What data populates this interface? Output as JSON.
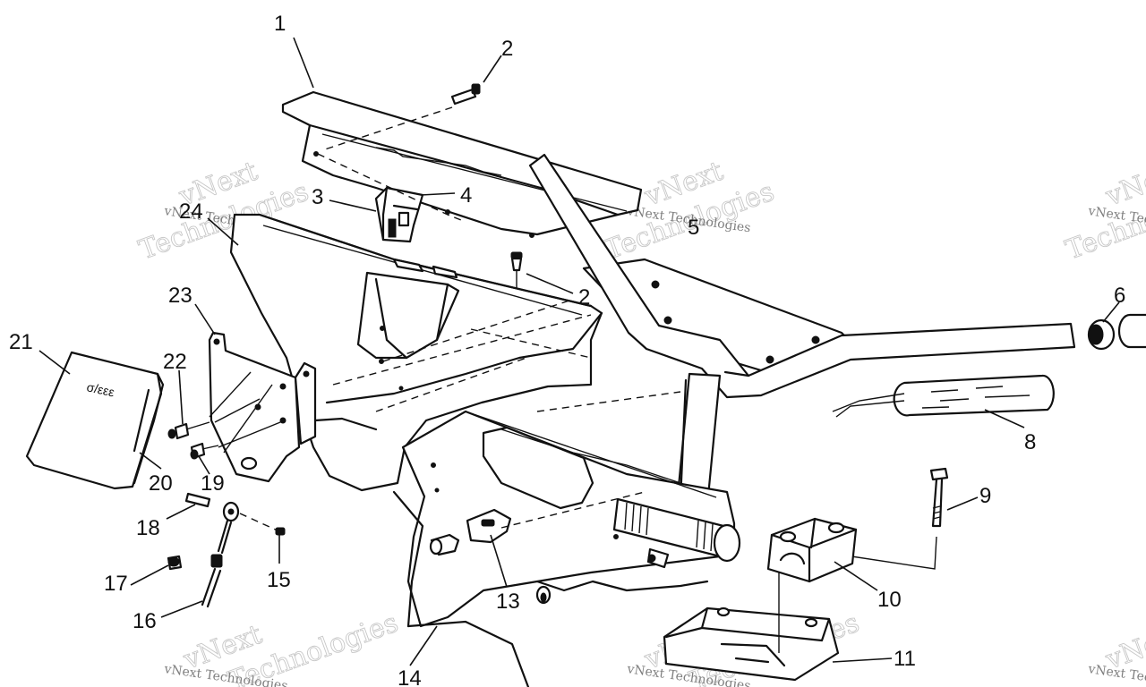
{
  "diagram": {
    "callouts": [
      "1",
      "2",
      "2",
      "3",
      "4",
      "5",
      "6",
      "8",
      "9",
      "10",
      "11",
      "13",
      "14",
      "15",
      "16",
      "17",
      "18",
      "19",
      "20",
      "21",
      "22",
      "23",
      "24"
    ],
    "part21_label": "σ/εεε",
    "watermark": {
      "small_text": "vNext Technologies",
      "large_vnext": "vNext",
      "large_tech": "Technologies"
    }
  }
}
